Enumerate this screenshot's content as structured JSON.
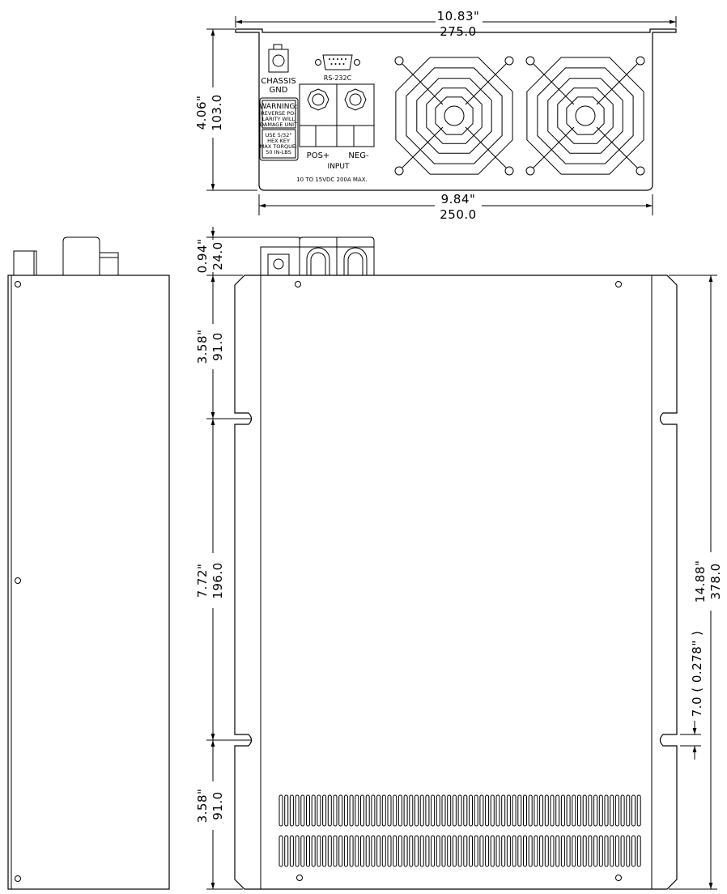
{
  "front_view": {
    "labels": {
      "chassis": "CHASSIS",
      "gnd": "GND",
      "rs232c": "RS-232C",
      "warning_title": "WARNING:",
      "warning_line1": "REVERSE PO-",
      "warning_line2": "LARITY WILL",
      "warning_line3": "DAMAGE UNIT",
      "hex_line1": "USE 5/32\"",
      "hex_line2": "HEX KEY",
      "hex_line3": "MAX TORQUE:",
      "hex_line4": "50 IN-LBS",
      "pos": "POS+",
      "neg": "NEG-",
      "input": "INPUT",
      "rating": "10 TO 15VDC 200A MAX."
    },
    "dimensions": {
      "width_overall_in": "10.83\"",
      "width_overall_mm": "275.0",
      "width_body_in": "9.84\"",
      "width_body_mm": "250.0",
      "height_in": "4.06\"",
      "height_mm": "103.0"
    }
  },
  "top_view": {
    "dimensions": {
      "protrusion_in": "0.94\"",
      "protrusion_mm": "24.0",
      "seg1_in": "3.58\"",
      "seg1_mm": "91.0",
      "seg2_in": "7.72\"",
      "seg2_mm": "196.0",
      "seg3_in": "3.58\"",
      "seg3_mm": "91.0",
      "length_in": "14.88\"",
      "length_mm": "378.0",
      "slot": "7.0 ( 0.278\" )"
    }
  }
}
